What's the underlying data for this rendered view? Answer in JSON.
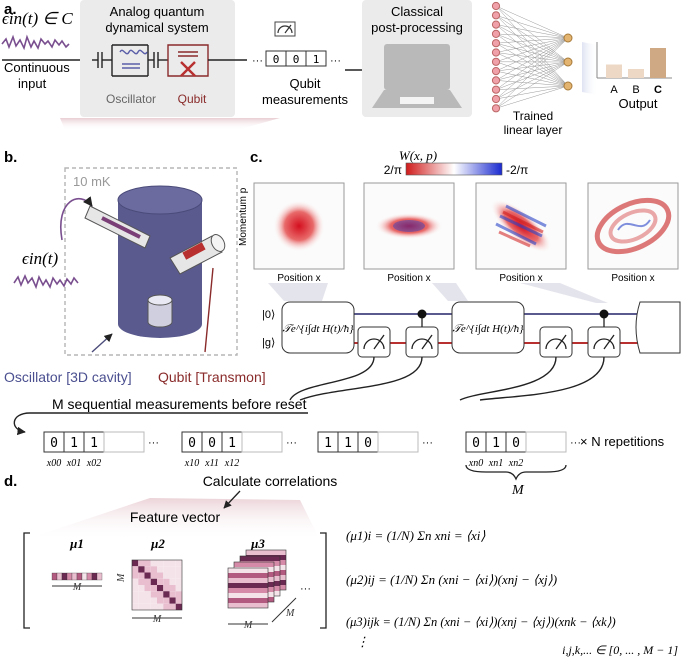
{
  "panel_a": {
    "label": "a.",
    "input_eq": "ϵin(t) ∈ C",
    "continuous_input": [
      "Continuous",
      "input"
    ],
    "system_title": [
      "Analog quantum",
      "dynamical system"
    ],
    "oscillator": "Oscillator",
    "qubit": "Qubit",
    "bits": [
      "0",
      "0",
      "1"
    ],
    "ellipsis": "···",
    "qubit_measurements": [
      "Qubit",
      "measurements"
    ],
    "classical": [
      "Classical",
      "post-processing"
    ],
    "trained": [
      "Trained",
      "linear layer"
    ],
    "bars": [
      {
        "label": "A",
        "value": 0.45,
        "color": "#ecd8c4",
        "bold": false
      },
      {
        "label": "B",
        "value": 0.3,
        "color": "#ecd8c4",
        "bold": false
      },
      {
        "label": "C",
        "value": 1.0,
        "color": "#cfa983",
        "bold": true
      }
    ],
    "output": "Output"
  },
  "panel_b": {
    "label": "b.",
    "temperature": "10 mK",
    "input_eq": "ϵin(t)",
    "oscillator_caption": "Oscillator [3D cavity]",
    "qubit_caption": "Qubit [Transmon]"
  },
  "panel_c": {
    "label": "c.",
    "colorbar_left": "2/π",
    "colorbar_title": "W(x, p)",
    "colorbar_right": "-2/π",
    "ylabel": "Momentum p",
    "xlabel": "Position x",
    "ket0": "|0⟩",
    "ketg": "|g⟩",
    "unitary": "𝒯e^{i∫dt H(t)/ħ}",
    "m_label": "M sequential measurements before reset",
    "groups": [
      {
        "bits": [
          "0",
          "1",
          "1"
        ],
        "subs": [
          "x00",
          "x01",
          "x02"
        ]
      },
      {
        "bits": [
          "0",
          "0",
          "1"
        ],
        "subs": [
          "x10",
          "x11",
          "x12"
        ]
      },
      {
        "bits": [
          "1",
          "1",
          "0"
        ],
        "subs": []
      },
      {
        "bits": [
          "0",
          "1",
          "0"
        ],
        "subs": [
          "xn0",
          "xn1",
          "xn2"
        ]
      }
    ],
    "ellipsis": "···",
    "repetitions": "× N  repetitions",
    "brace_label": "M"
  },
  "panel_d": {
    "label": "d.",
    "calc": "Calculate correlations",
    "feature": "Feature vector",
    "mu1": "μ1",
    "mu2": "μ2",
    "mu3": "μ3",
    "m": "M",
    "ellipsis": "···",
    "eq1": "(μ1)i  =  (1/N) Σn xni  =  ⟨xi⟩",
    "eq2": "(μ2)ij  =  (1/N) Σn (xni − ⟨xi⟩)(xnj − ⟨xj⟩)",
    "eq3": "(μ3)ijk  =  (1/N) Σn (xni − ⟨xi⟩)(xnj − ⟨xj⟩)(xnk − ⟨xk⟩)",
    "vdots": "⋮",
    "range": "i,j,k,... ∈ [0, ... , M − 1]"
  }
}
